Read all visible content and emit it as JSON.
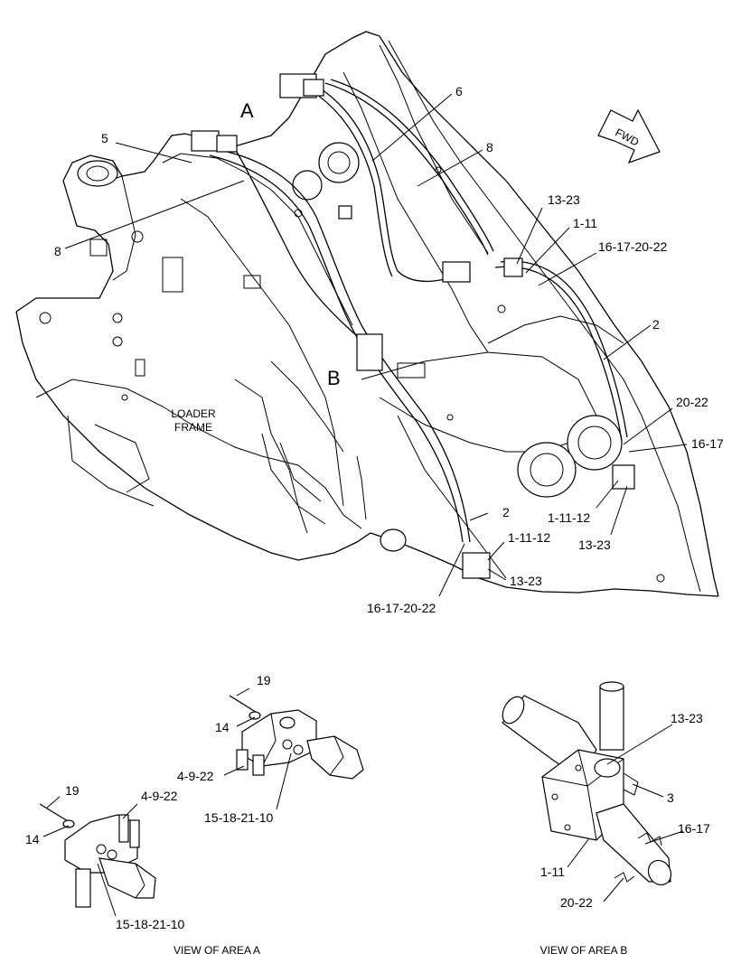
{
  "callouts": {
    "c5": "5",
    "cA": "A",
    "c6": "6",
    "c8_top": "8",
    "c8_left": "8",
    "c13_23_top": "13-23",
    "c1_11_top": "1-11",
    "c16_17_20_22_top": "16-17-20-22",
    "c2_right": "2",
    "cB": "B",
    "c20_22_right": "20-22",
    "c16_17_right": "16-17",
    "c1_11_12_right": "1-11-12",
    "c13_23_right": "13-23",
    "c2_lower": "2",
    "c1_11_12_lower": "1-11-12",
    "c13_23_lower": "13-23",
    "c16_17_20_22_lower": "16-17-20-22"
  },
  "frame_label": {
    "line1": "LOADER",
    "line2": "FRAME"
  },
  "fwd_label": "FWD",
  "view_a": {
    "caption": "VIEW OF AREA A",
    "c19_upper": "19",
    "c14_upper": "14",
    "c4_9_22_upper": "4-9-22",
    "c15_18_21_10_upper": "15-18-21-10",
    "c19_lower": "19",
    "c14_lower": "14",
    "c4_9_22_lower": "4-9-22",
    "c15_18_21_10_lower": "15-18-21-10"
  },
  "view_b": {
    "caption": "VIEW OF AREA B",
    "c13_23": "13-23",
    "c3": "3",
    "c16_17": "16-17",
    "c1_11": "1-11",
    "c20_22": "20-22"
  }
}
